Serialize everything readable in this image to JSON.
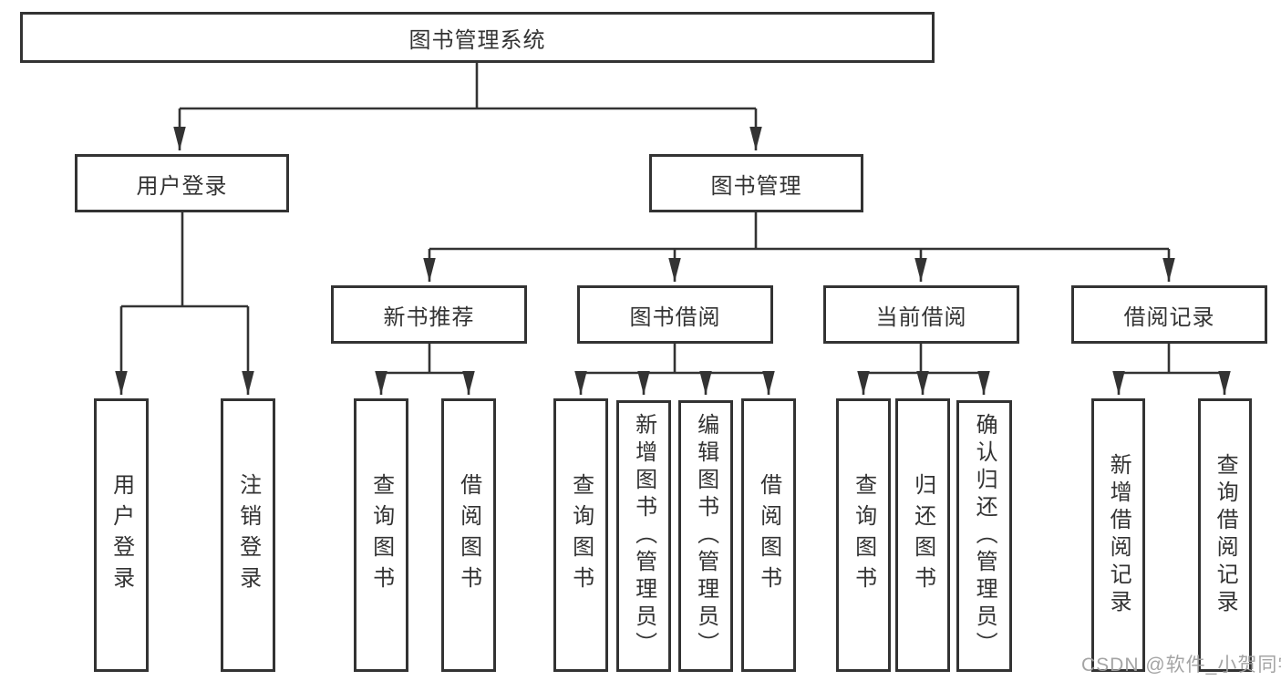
{
  "diagram": {
    "root": {
      "label": "图书管理系统"
    },
    "branches": [
      {
        "label": "用户登录",
        "children": [
          {
            "label": "用户登录"
          },
          {
            "label": "注销登录"
          }
        ]
      },
      {
        "label": "图书管理",
        "children": [
          {
            "label": "新书推荐",
            "children": [
              {
                "label": "查询图书"
              },
              {
                "label": "借阅图书"
              }
            ]
          },
          {
            "label": "图书借阅",
            "children": [
              {
                "label": "查询图书"
              },
              {
                "label": "新增图书（管理员）"
              },
              {
                "label": "编辑图书（管理员）"
              },
              {
                "label": "借阅图书"
              }
            ]
          },
          {
            "label": "当前借阅",
            "children": [
              {
                "label": "查询图书"
              },
              {
                "label": "归还图书"
              },
              {
                "label": "确认归还（管理员）"
              }
            ]
          },
          {
            "label": "借阅记录",
            "children": [
              {
                "label": "新增借阅记录"
              },
              {
                "label": "查询借阅记录"
              }
            ]
          }
        ]
      }
    ]
  },
  "watermark": {
    "text": "CSDN @软件_小贺同学"
  },
  "colors": {
    "line": "#333333",
    "box_border": "#333333",
    "text": "#333333",
    "background": "#ffffff",
    "watermark": "#a0a0a0"
  }
}
